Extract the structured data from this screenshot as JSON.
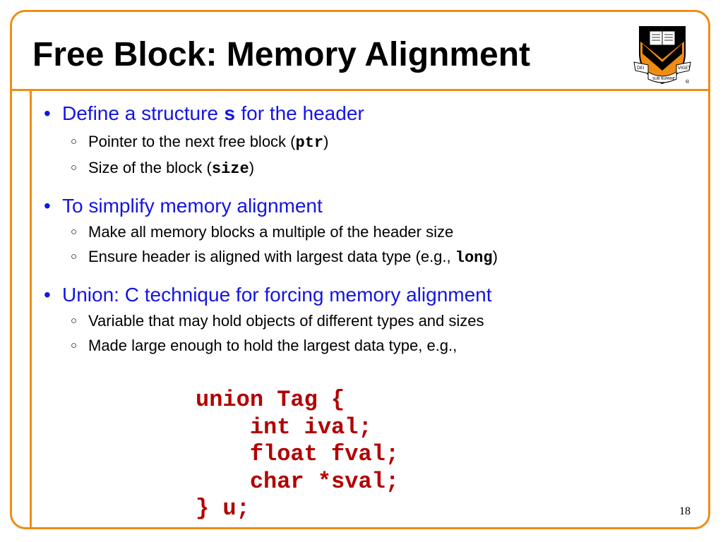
{
  "slide": {
    "title": "Free Block: Memory Alignment",
    "page_number": "18",
    "logo": {
      "icon": "princeton-shield-icon",
      "motto_left": "DEI",
      "motto_center": "SUB NUMINE",
      "motto_right": "VIGET",
      "registered": "®"
    }
  },
  "colors": {
    "accent": "#f08c14",
    "bullet": "#1515e0",
    "code": "#b20000"
  },
  "bullets": [
    {
      "text": "Define a structure ",
      "code": "s",
      "after": " for the header",
      "sub": [
        {
          "text": "Pointer to the next free block (",
          "code": "ptr",
          "after": ")"
        },
        {
          "text": "Size of the block (",
          "code": "size",
          "after": ")"
        }
      ]
    },
    {
      "text": "To simplify memory alignment",
      "sub": [
        {
          "text": "Make all memory blocks a multiple of the header size"
        },
        {
          "text": "Ensure header is aligned with largest data type (e.g., ",
          "code": "long",
          "after": ")"
        }
      ]
    },
    {
      "text": "Union: C technique for forcing memory alignment",
      "sub": [
        {
          "text": "Variable that may hold objects of different types and sizes"
        },
        {
          "text": "Made large enough to hold the largest data type, e.g.,"
        }
      ]
    }
  ],
  "code_lines": [
    "union Tag {",
    "    int ival;",
    "    float fval;",
    "    char *sval;",
    "} u;"
  ]
}
